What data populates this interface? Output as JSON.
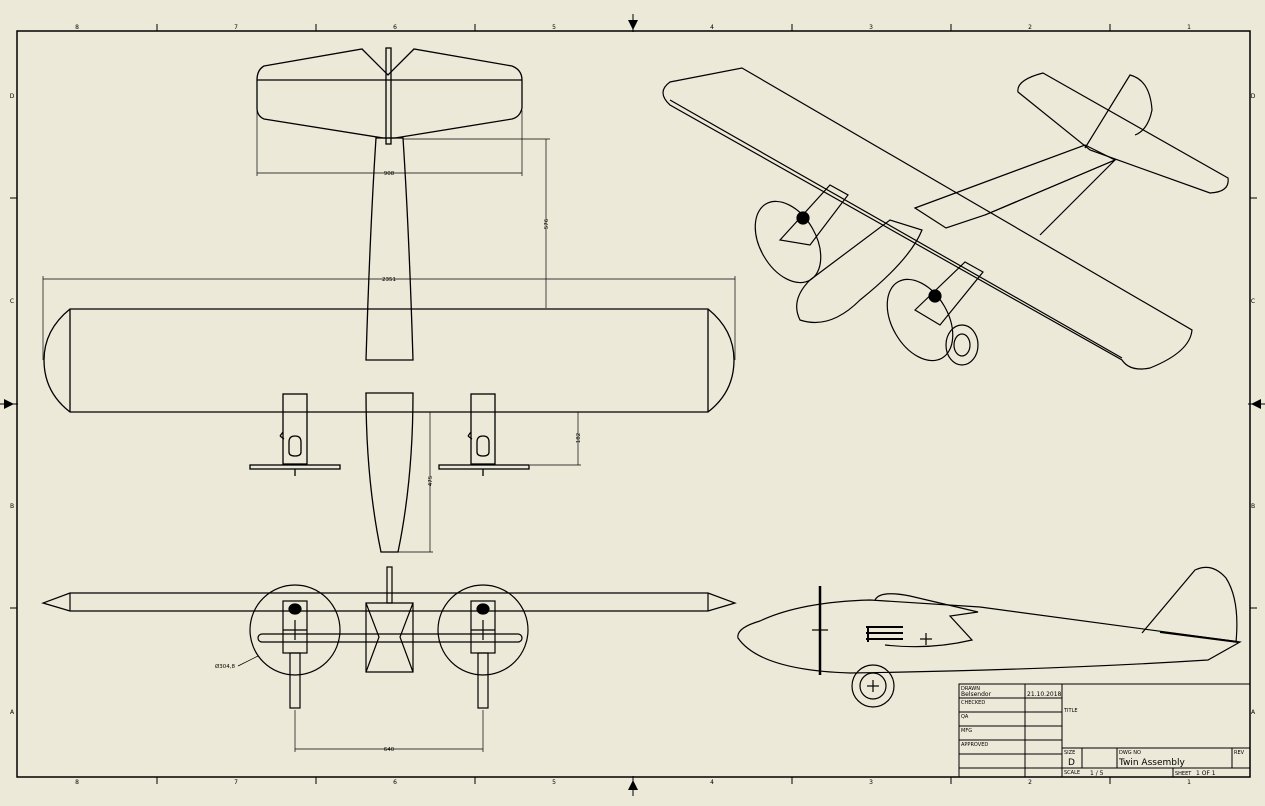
{
  "sheet": {
    "zone_columns": [
      "8",
      "7",
      "6",
      "5",
      "4",
      "3",
      "2",
      "1"
    ],
    "zone_rows": [
      "D",
      "C",
      "B",
      "A"
    ],
    "background": "#ece9d8",
    "line_color": "#000000"
  },
  "dimensions": {
    "tail_span": "908",
    "fuselage_length": "576",
    "wing_span": "2351",
    "gear_offset": "182",
    "tail_length": "475",
    "prop_diameter": "Ø304,8",
    "engine_spacing": "640"
  },
  "title_block": {
    "drawn_label": "DRAWN",
    "drawn_by": "Belsendor",
    "drawn_date": "21.10.2018",
    "checked_label": "CHECKED",
    "qa_label": "QA",
    "mfg_label": "MFG",
    "approved_label": "APPROVED",
    "title_label": "TITLE",
    "size_label": "SIZE",
    "size_value": "D",
    "dwg_no_label": "DWG NO",
    "dwg_no_value": "Twin Assembly",
    "rev_label": "REV",
    "scale_label": "SCALE",
    "scale_value": "1 / 5",
    "sheet_label": "SHEET",
    "sheet_value": "1  OF  1"
  }
}
